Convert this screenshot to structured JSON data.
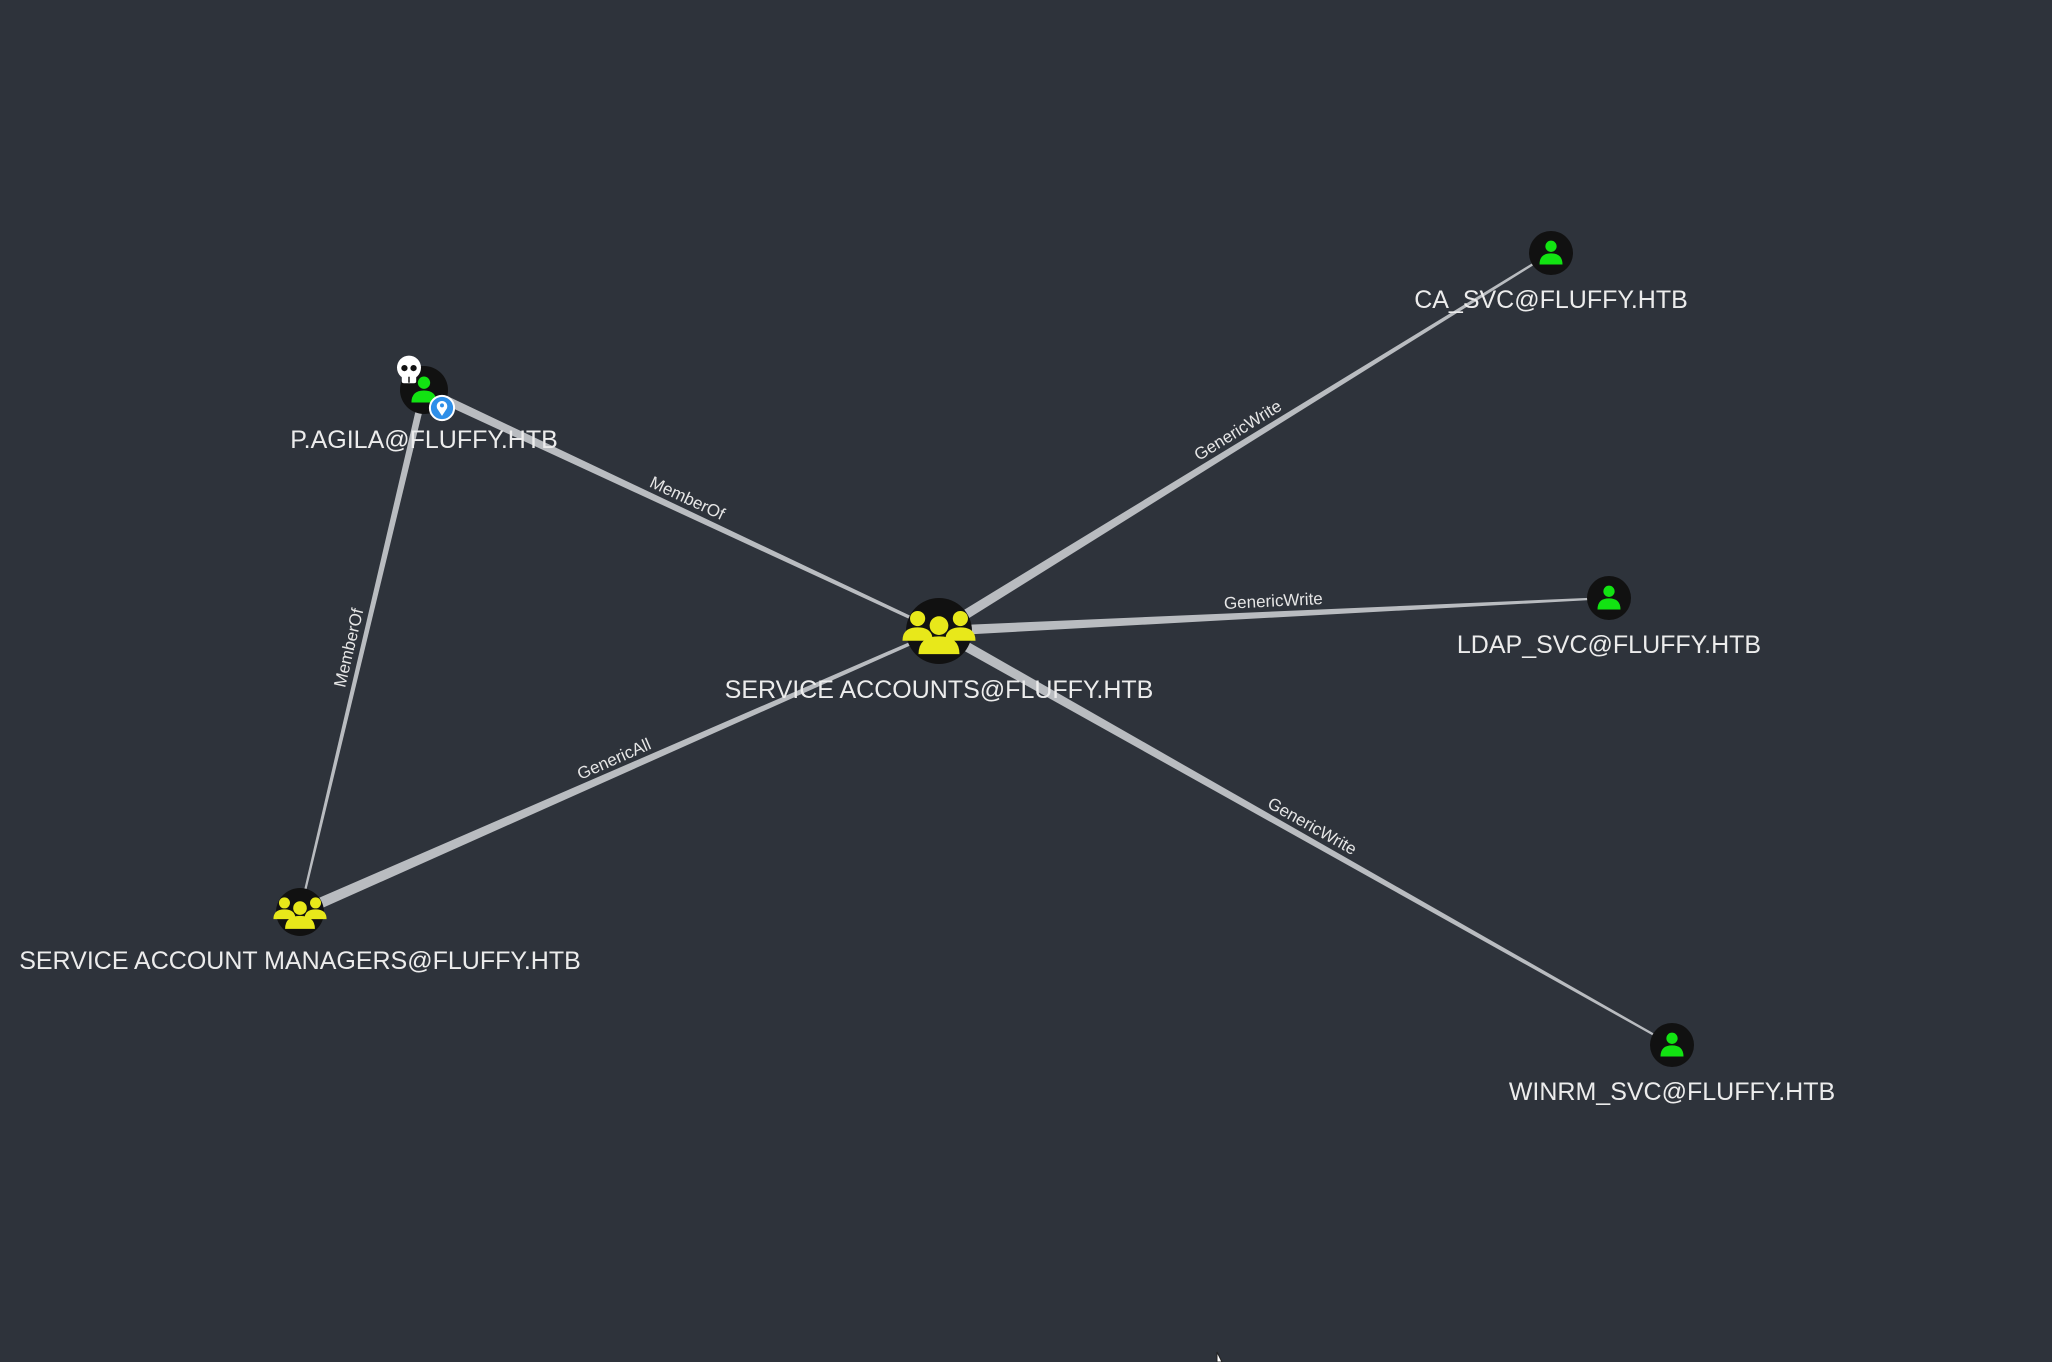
{
  "graph": {
    "colors": {
      "background": "#2e333b",
      "edge": "#b9bcc0",
      "node_fill": "#111111",
      "user_icon": "#12e312",
      "group_icon": "#e8e81a",
      "label_text": "#ececec",
      "owned_marker": "#ffffff",
      "start_marker": "#2f8fe8"
    },
    "nodes": [
      {
        "id": "p_agila",
        "label": "P.AGILA@FLUFFY.HTB",
        "kind": "user",
        "icon": "user-icon",
        "markers": [
          "skull-icon",
          "start-pin-icon"
        ]
      },
      {
        "id": "svc_accounts",
        "label": "SERVICE ACCOUNTS@FLUFFY.HTB",
        "kind": "group",
        "icon": "group-icon"
      },
      {
        "id": "svc_managers",
        "label": "SERVICE ACCOUNT MANAGERS@FLUFFY.HTB",
        "kind": "group",
        "icon": "group-icon"
      },
      {
        "id": "ca_svc",
        "label": "CA_SVC@FLUFFY.HTB",
        "kind": "user",
        "icon": "user-icon"
      },
      {
        "id": "ldap_svc",
        "label": "LDAP_SVC@FLUFFY.HTB",
        "kind": "user",
        "icon": "user-icon"
      },
      {
        "id": "winrm_svc",
        "label": "WINRM_SVC@FLUFFY.HTB",
        "kind": "user",
        "icon": "user-icon"
      }
    ],
    "edges": [
      {
        "from": "p_agila",
        "to": "svc_accounts",
        "label": "MemberOf"
      },
      {
        "from": "svc_managers",
        "to": "p_agila",
        "label": "MemberOf"
      },
      {
        "from": "svc_managers",
        "to": "svc_accounts",
        "label": "GenericAll"
      },
      {
        "from": "svc_accounts",
        "to": "ca_svc",
        "label": "GenericWrite"
      },
      {
        "from": "svc_accounts",
        "to": "ldap_svc",
        "label": "GenericWrite"
      },
      {
        "from": "svc_accounts",
        "to": "winrm_svc",
        "label": "GenericWrite"
      }
    ]
  }
}
